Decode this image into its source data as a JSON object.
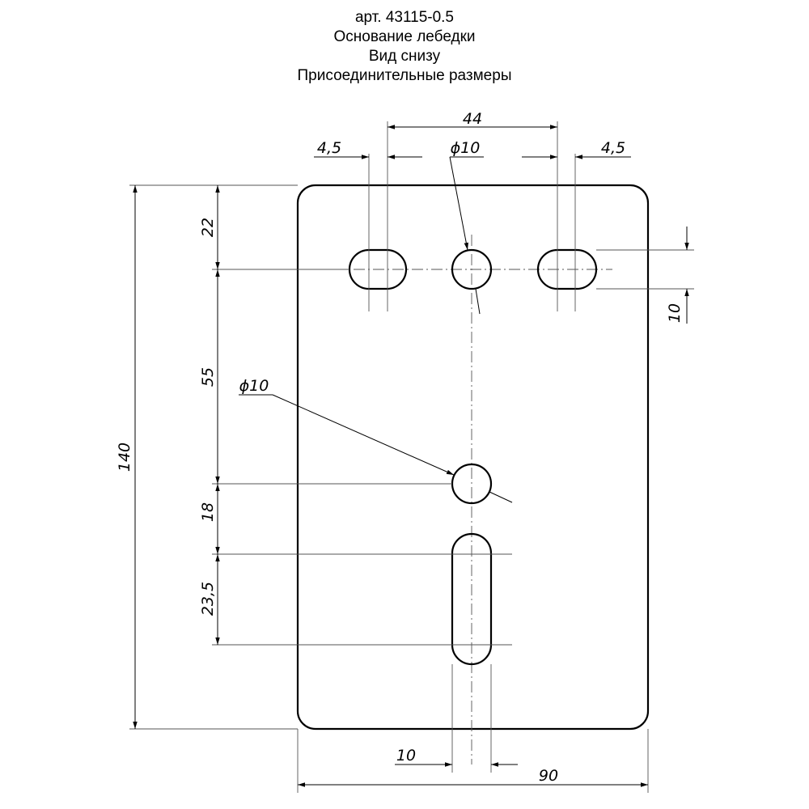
{
  "title": {
    "article": "арт. 43115-0.5",
    "name": "Основание лебедки",
    "view": "Вид снизу",
    "subtitle": "Присоединительные размеры"
  },
  "dimensions": {
    "slot_spacing": "44",
    "slot_left_width": "4,5",
    "slot_right_width": "4,5",
    "top_hole_diameter": "ϕ10",
    "center_hole_diameter": "ϕ10",
    "height_total": "140",
    "top_offset": "22",
    "hole_spacing": "55",
    "hole_to_slot": "18",
    "slot_length": "23,5",
    "slot_height": "10",
    "vertical_slot_width": "10",
    "width_total": "90"
  },
  "colors": {
    "line": "#000000",
    "thin": "#555555"
  }
}
